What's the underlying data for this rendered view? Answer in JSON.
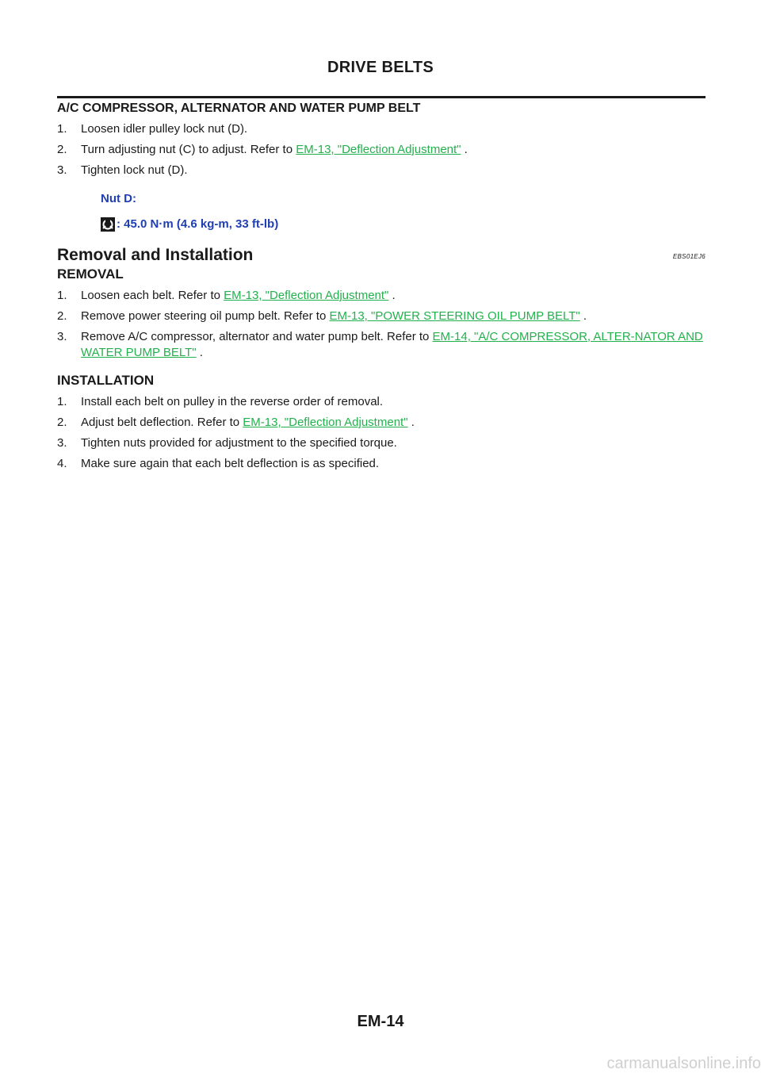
{
  "header": {
    "title": "DRIVE BELTS"
  },
  "section1": {
    "heading": "A/C COMPRESSOR, ALTERNATOR AND WATER PUMP BELT",
    "steps": [
      {
        "num": "1.",
        "text": "Loosen idler pulley lock nut (D).",
        "link": "",
        "after": ""
      },
      {
        "num": "2.",
        "text": "Turn adjusting nut (C) to adjust. Refer to ",
        "link": "EM-13, \"Deflection Adjustment\"",
        "after": " ."
      },
      {
        "num": "3.",
        "text": "Tighten lock nut (D).",
        "link": "",
        "after": ""
      }
    ],
    "spec": {
      "label": "Nut D:",
      "icon": "torque-wrench-icon",
      "value": ": 45.0 N·m (4.6 kg-m, 33 ft-lb)"
    }
  },
  "section2": {
    "title": "Removal and Installation",
    "code": "EBS01EJ6",
    "removal": {
      "heading": "REMOVAL",
      "steps": [
        {
          "num": "1.",
          "text": "Loosen each belt. Refer to ",
          "link": "EM-13, \"Deflection Adjustment\"",
          "after": " ."
        },
        {
          "num": "2.",
          "text": "Remove power steering oil pump belt. Refer to ",
          "link": "EM-13, \"POWER STEERING OIL PUMP BELT\"",
          "after": " ."
        },
        {
          "num": "3.",
          "text": "Remove A/C compressor, alternator and water pump belt. Refer to ",
          "link": "EM-14, \"A/C COMPRESSOR, ALTER-NATOR AND WATER PUMP BELT\"",
          "after": " ."
        }
      ]
    },
    "installation": {
      "heading": "INSTALLATION",
      "steps": [
        {
          "num": "1.",
          "text": "Install each belt on pulley in the reverse order of removal.",
          "link": "",
          "after": ""
        },
        {
          "num": "2.",
          "text": "Adjust belt deflection. Refer to ",
          "link": "EM-13, \"Deflection Adjustment\"",
          "after": " ."
        },
        {
          "num": "3.",
          "text": "Tighten nuts provided for adjustment to the specified torque.",
          "link": "",
          "after": ""
        },
        {
          "num": "4.",
          "text": "Make sure again that each belt deflection is as specified.",
          "link": "",
          "after": ""
        }
      ]
    }
  },
  "footer": {
    "page_number": "EM-14",
    "watermark": "carmanualsonline.info"
  },
  "colors": {
    "link": "#22b14c",
    "spec": "#1f3fb3",
    "text": "#1a1a1a"
  }
}
